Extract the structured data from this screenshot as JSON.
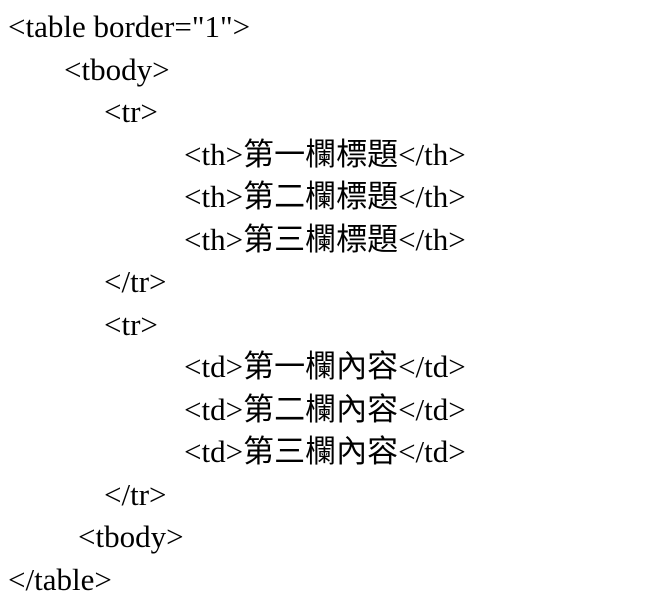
{
  "code": {
    "language": "html-source",
    "lines": [
      {
        "text": "<table border=\"1\">"
      },
      {
        "text": "<tbody>"
      },
      {
        "text": "<tr>"
      },
      {
        "text": "<th>第一欄標題</th>"
      },
      {
        "text": "<th>第二欄標題</th>"
      },
      {
        "text": "<th>第三欄標題</th>"
      },
      {
        "text": "</tr>"
      },
      {
        "text": "<tr>"
      },
      {
        "text": "<td>第一欄內容</td>"
      },
      {
        "text": "<td>第二欄內容</td>"
      },
      {
        "text": "<td>第三欄內容</td>"
      },
      {
        "text": "</tr>"
      },
      {
        "text": "<tbody>"
      },
      {
        "text": "</table>"
      }
    ],
    "colors": {
      "text": "#000000",
      "background": "#ffffff"
    }
  }
}
